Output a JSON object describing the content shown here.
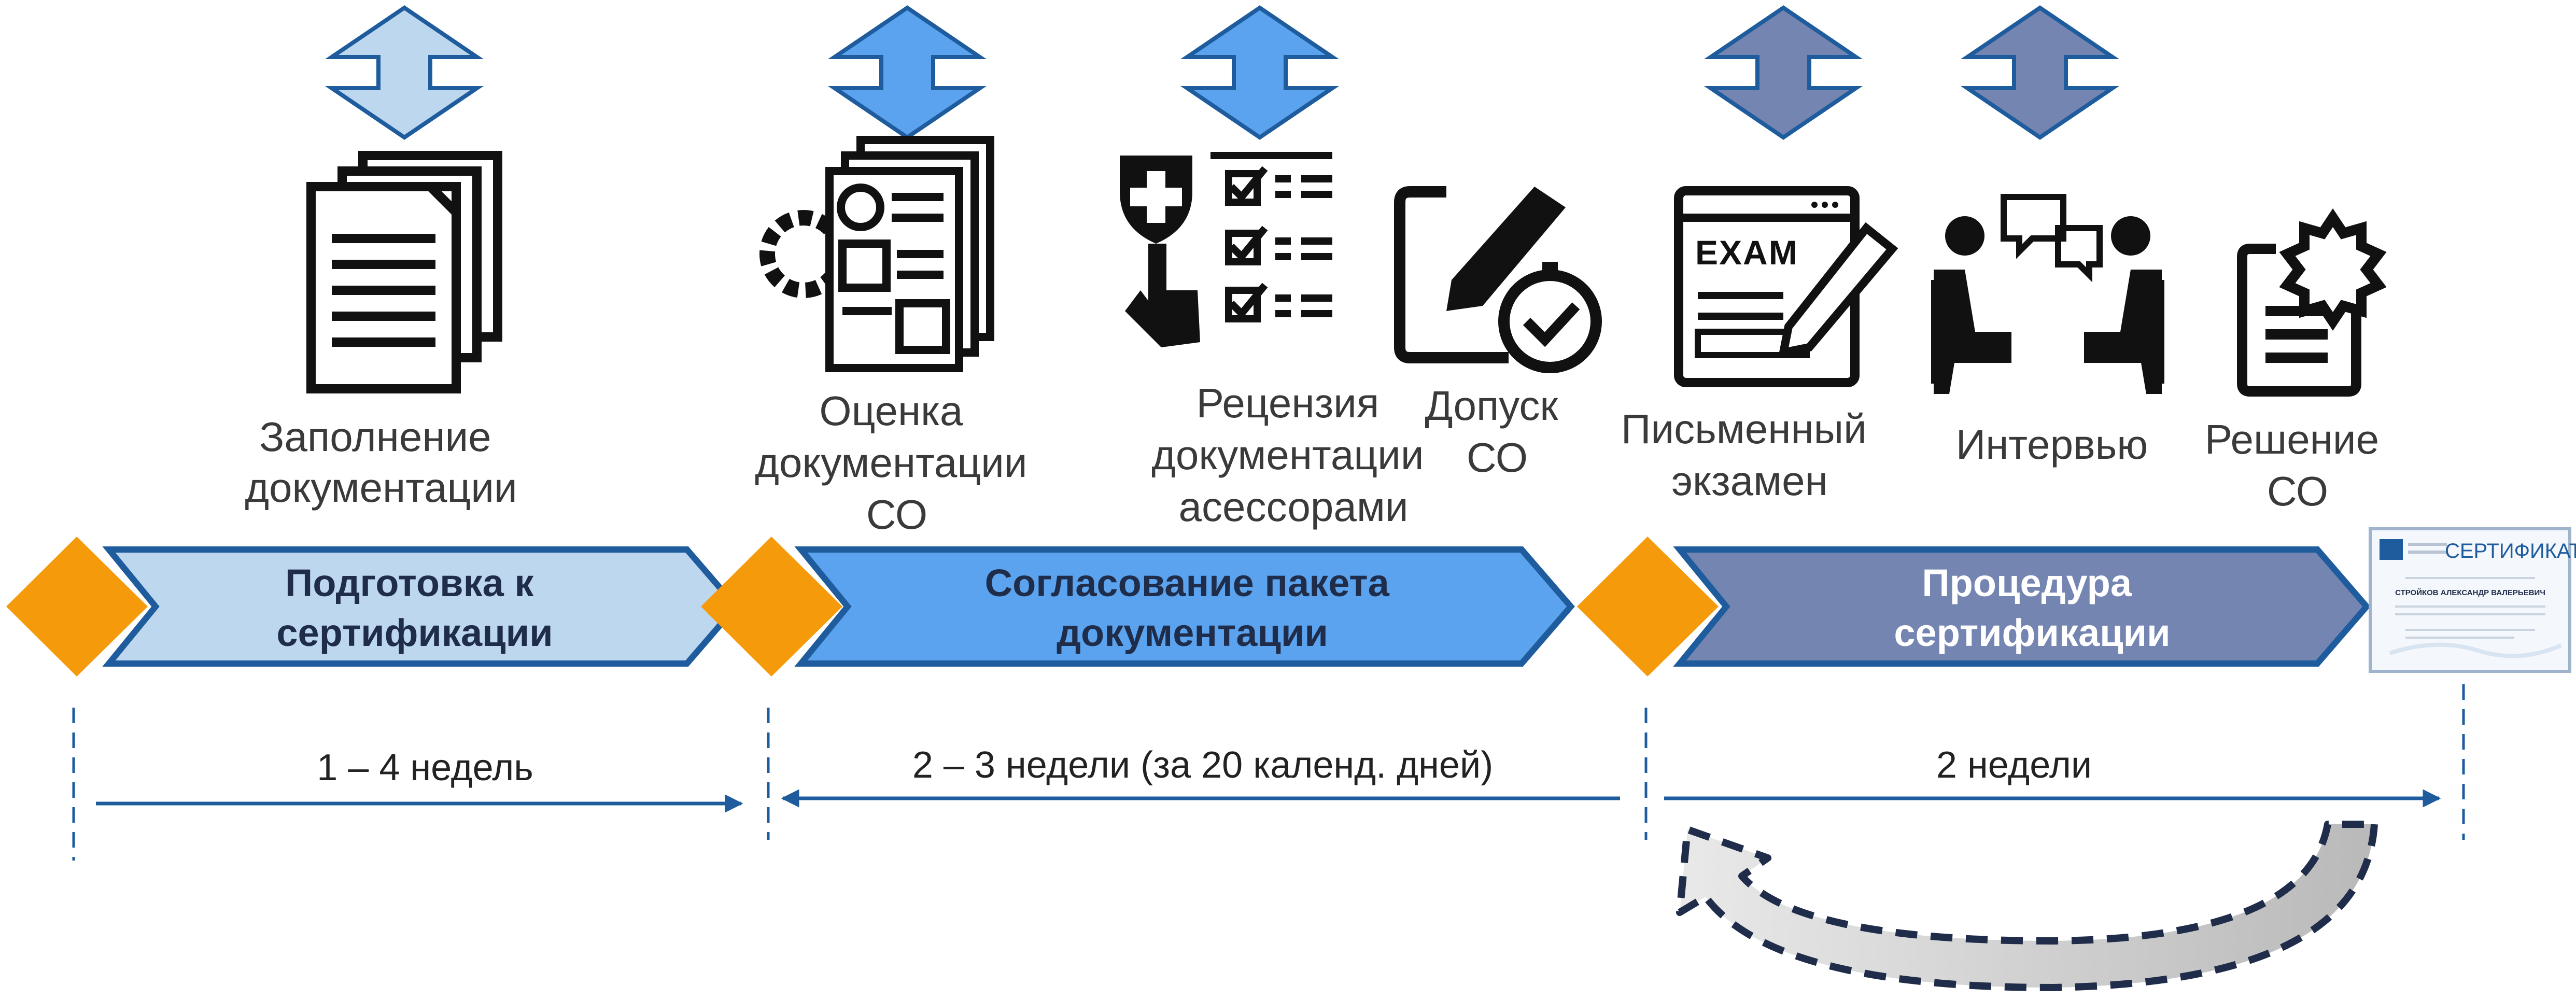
{
  "colors": {
    "phase1_fill": "#bdd7ee",
    "phase2_fill": "#5ba3ee",
    "phase3_fill": "#7585b2",
    "phase_outline": "#1e5c9e",
    "diamond": "#f59b0b",
    "dark_text": "#1f2d4a",
    "light_text": "#ffffff",
    "timeline": "#1e5c9e",
    "icon": "#111111"
  },
  "steps": [
    {
      "name": "fill-docs",
      "icon": "documents-stack-icon",
      "label_lines": [
        "Заполнение",
        "документации"
      ]
    },
    {
      "name": "assess-docs",
      "icon": "document-assessment-icon",
      "label_lines": [
        "Оценка",
        "документации",
        "СО"
      ]
    },
    {
      "name": "review",
      "icon": "review-checklist-icon",
      "label_lines": [
        "Рецензия",
        "документации",
        "асессорами"
      ]
    },
    {
      "name": "admission",
      "icon": "approval-edit-icon",
      "label_lines": [
        "Допуск",
        "СО"
      ]
    },
    {
      "name": "written-exam",
      "icon": "exam-icon",
      "label_lines": [
        "Письменный",
        "экзамен"
      ]
    },
    {
      "name": "interview",
      "icon": "interview-icon",
      "label_lines": [
        "Интервью"
      ]
    },
    {
      "name": "decision",
      "icon": "decision-document-icon",
      "label_lines": [
        "Решение",
        "СО"
      ]
    }
  ],
  "phases": [
    {
      "label_lines": [
        "Подготовка к",
        "сертификации"
      ]
    },
    {
      "label_lines": [
        "Согласование пакета",
        "документации"
      ]
    },
    {
      "label_lines": [
        "Процедура",
        "сертификации"
      ]
    }
  ],
  "durations": [
    "1 – 4 недель",
    "2 – 3 недели (за 20 календ. дней)",
    "2 недели"
  ],
  "certificate": {
    "title": "СЕРТИФИКАТ",
    "name": "СТРОЙКОВ АЛЕКСАНДР ВАЛЕРЬЕВИЧ",
    "icon": "certificate-icon"
  },
  "return_arrow_icon": "dashed-return-arrow-icon"
}
